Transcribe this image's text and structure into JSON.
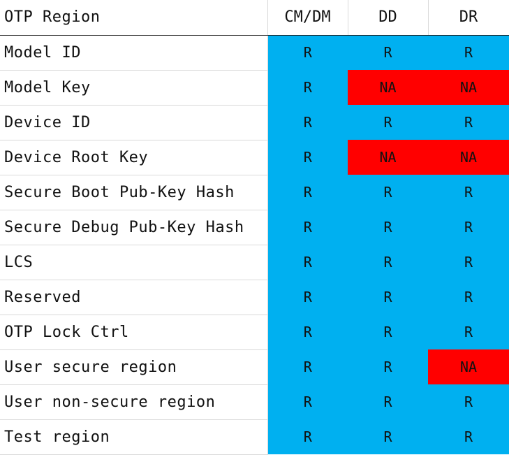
{
  "table": {
    "headers": [
      "OTP Region",
      "CM/DM",
      "DD",
      "DR"
    ],
    "rows": [
      {
        "region": "Model ID",
        "cells": [
          "R",
          "R",
          "R"
        ]
      },
      {
        "region": "Model Key",
        "cells": [
          "R",
          "NA",
          "NA"
        ]
      },
      {
        "region": "Device ID",
        "cells": [
          "R",
          "R",
          "R"
        ]
      },
      {
        "region": "Device Root Key",
        "cells": [
          "R",
          "NA",
          "NA"
        ]
      },
      {
        "region": "Secure Boot Pub-Key Hash",
        "cells": [
          "R",
          "R",
          "R"
        ]
      },
      {
        "region": "Secure Debug Pub-Key Hash",
        "cells": [
          "R",
          "R",
          "R"
        ]
      },
      {
        "region": "LCS",
        "cells": [
          "R",
          "R",
          "R"
        ]
      },
      {
        "region": "Reserved",
        "cells": [
          "R",
          "R",
          "R"
        ]
      },
      {
        "region": "OTP Lock Ctrl",
        "cells": [
          "R",
          "R",
          "R"
        ]
      },
      {
        "region": "User secure region",
        "cells": [
          "R",
          "R",
          "NA"
        ]
      },
      {
        "region": "User non-secure region",
        "cells": [
          "R",
          "R",
          "R"
        ]
      },
      {
        "region": "Test region",
        "cells": [
          "R",
          "R",
          "R"
        ]
      }
    ]
  },
  "colors": {
    "R": "#00b0f0",
    "NA": "#ff0000"
  }
}
